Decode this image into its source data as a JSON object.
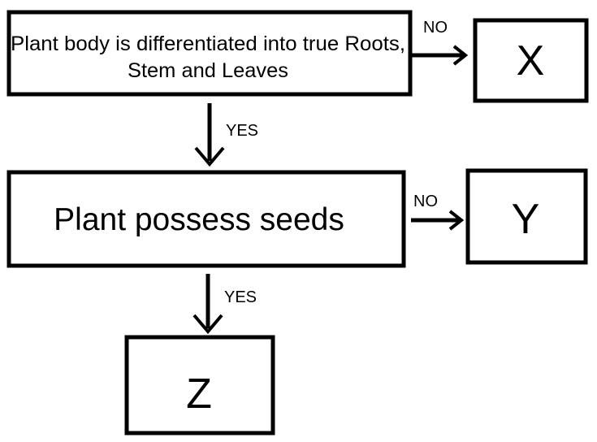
{
  "nodes": {
    "question_1": {
      "line_1": "Plant body is differentiated into true Roots,",
      "line_2": "Stem and Leaves"
    },
    "question_2": {
      "text": "Plant possess seeds"
    },
    "result_x": {
      "text": "X"
    },
    "result_y": {
      "text": "Y"
    },
    "result_z": {
      "text": "Z"
    }
  },
  "edges": {
    "q1_no": "NO",
    "q1_yes": "YES",
    "q2_no": "NO",
    "q2_yes": "YES"
  },
  "colors": {
    "stroke": "#000000",
    "background": "#ffffff"
  }
}
